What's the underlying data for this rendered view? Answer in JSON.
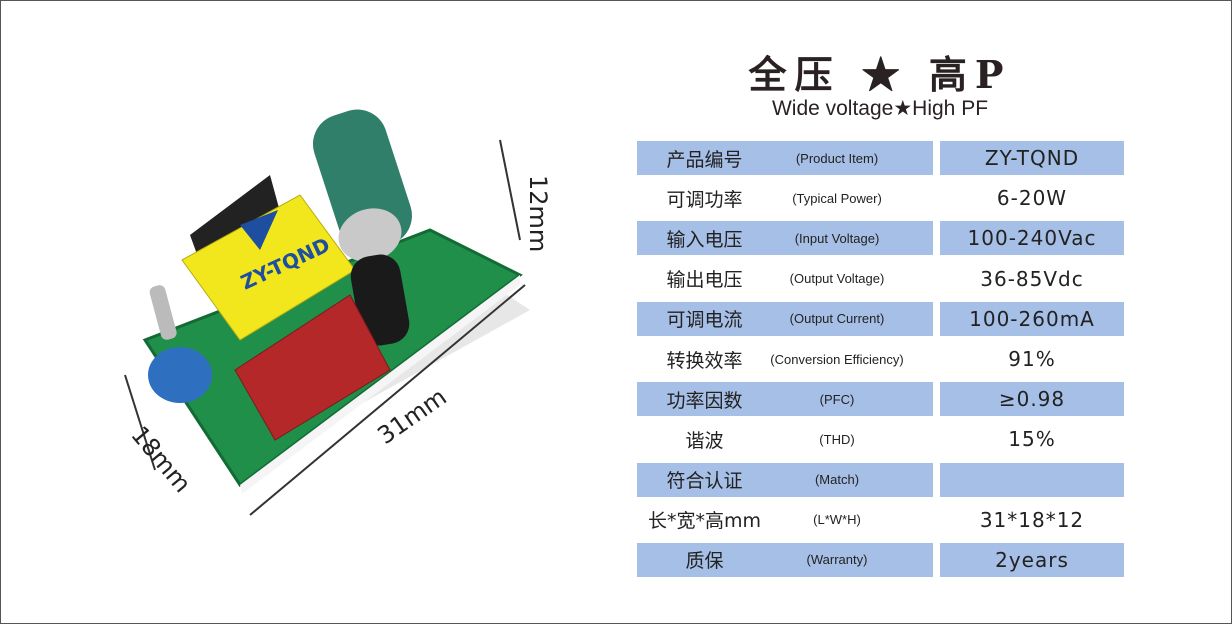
{
  "title": {
    "cn": "全压 ★ 高P",
    "en": "Wide voltage★High PF"
  },
  "product": {
    "board_label": "ZY-TQND",
    "dimensions": {
      "height": "12mm",
      "width": "18mm",
      "length": "31mm"
    }
  },
  "specs": [
    {
      "cn": "产品编号",
      "en": "(Product Item)",
      "value": "ZY-TQND"
    },
    {
      "cn": "可调功率",
      "en": "(Typical Power)",
      "value": "6-20W"
    },
    {
      "cn": "输入电压",
      "en": "(Input Voltage)",
      "value": "100-240Vac"
    },
    {
      "cn": "输出电压",
      "en": "(Output Voltage)",
      "value": "36-85Vdc"
    },
    {
      "cn": "可调电流",
      "en": "(Output Current)",
      "value": "100-260mA"
    },
    {
      "cn": "转换效率",
      "en": "(Conversion Efficiency)",
      "value": "91%"
    },
    {
      "cn": "功率因数",
      "en": "(PFC)",
      "value": "≥0.98"
    },
    {
      "cn": "谐波",
      "en": "(THD)",
      "value": "15%"
    },
    {
      "cn": "符合认证",
      "en": "(Match)",
      "value": ""
    },
    {
      "cn": "长*宽*高mm",
      "en": "(L*W*H)",
      "value": "31*18*12"
    },
    {
      "cn": "质保",
      "en": "(Warranty)",
      "value": "2years"
    }
  ],
  "colors": {
    "row_shade": "#a6bfe6",
    "pcb": "#1f8f4a",
    "transformer": "#f2e61c",
    "capacitor": "#b5282a",
    "electrolytic": "#2f7f6a"
  }
}
